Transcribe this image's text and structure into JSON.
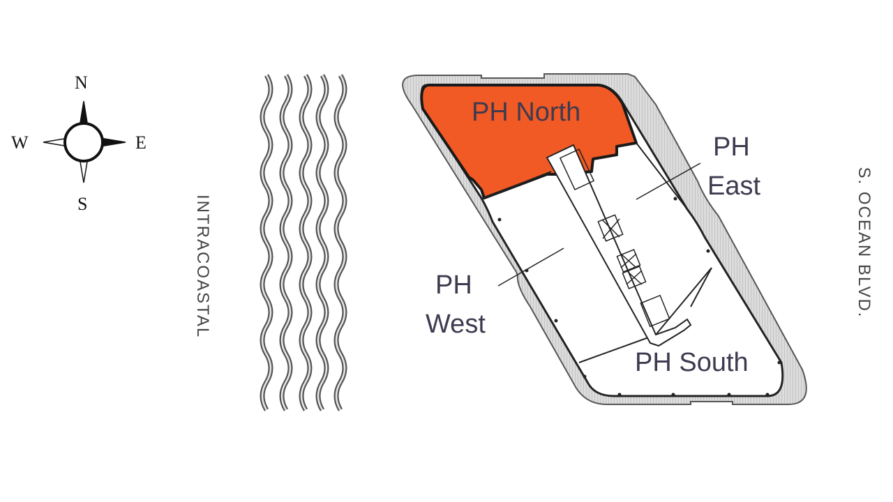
{
  "compass": {
    "north": "N",
    "south": "S",
    "east": "E",
    "west": "W"
  },
  "streets": {
    "west": "INTRACOASTAL",
    "east": "S. OCEAN BLVD."
  },
  "units": [
    {
      "id": "north",
      "label": "PH North",
      "highlighted": true
    },
    {
      "id": "east",
      "line1": "PH",
      "line2": "East",
      "highlighted": false
    },
    {
      "id": "west",
      "line1": "PH",
      "line2": "West",
      "highlighted": false
    },
    {
      "id": "south",
      "label": "PH South",
      "highlighted": false
    }
  ],
  "colors": {
    "highlight": "#f15a24",
    "label_text": "#3f3a4f",
    "outline": "#222222",
    "terrace": "#cfcfcf"
  },
  "icons": [
    "compass-rose-icon",
    "water-waves-icon"
  ]
}
